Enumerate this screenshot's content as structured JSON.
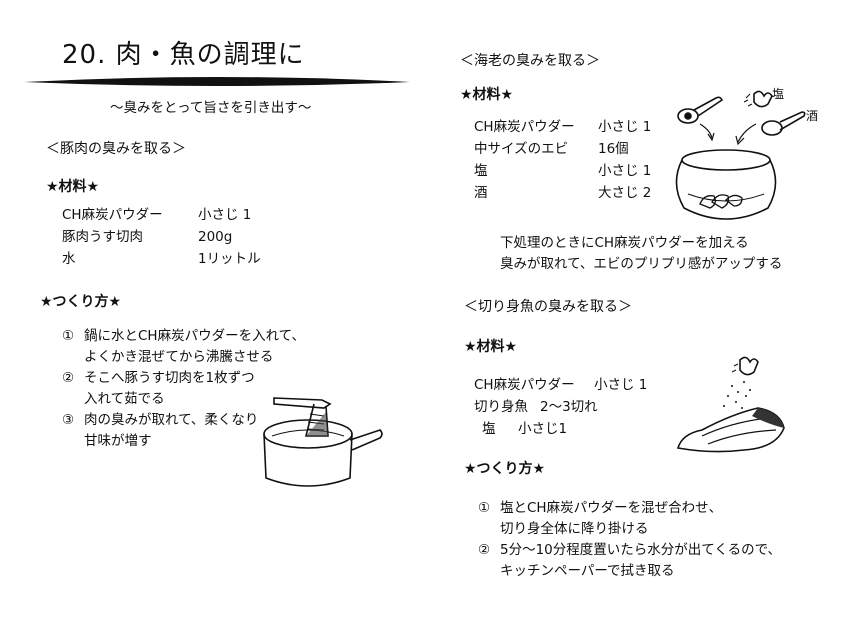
{
  "title": "20. 肉・魚の調理に",
  "subtitle": "～臭みをとって旨さを引き出す～",
  "pork": {
    "heading": "＜豚肉の臭みを取る＞",
    "materials_label": "★材料★",
    "materials": [
      {
        "name": "CH麻炭パウダー",
        "amount": "小さじ 1"
      },
      {
        "name": "豚肉うす切肉",
        "amount": "200g"
      },
      {
        "name": "水",
        "amount": "1リットル"
      }
    ],
    "steps_label": "★つくり方★",
    "steps": [
      {
        "num": "①",
        "line1": "鍋に水とCH麻炭パウダーを入れて、",
        "line2": "よくかき混ぜてから沸騰させる"
      },
      {
        "num": "②",
        "line1": "そこへ豚うす切肉を1枚ずつ",
        "line2": "入れて茹でる"
      },
      {
        "num": "③",
        "line1": "肉の臭みが取れて、柔くなり",
        "line2": "甘味が増す"
      }
    ]
  },
  "shrimp": {
    "heading": "＜海老の臭みを取る＞",
    "materials_label": "★材料★",
    "materials": [
      {
        "name": "CH麻炭パウダー",
        "amount": "小さじ 1"
      },
      {
        "name": "中サイズのエビ",
        "amount": "16個"
      },
      {
        "name": "塩",
        "amount": "小さじ 1"
      },
      {
        "name": "酒",
        "amount": "大さじ 2"
      }
    ],
    "note_line1": "下処理のときにCH麻炭パウダーを加える",
    "note_line2": "臭みが取れて、エビのプリプリ感がアップする",
    "illust_salt": "塩",
    "illust_sake": "酒"
  },
  "fish": {
    "heading": "＜切り身魚の臭みを取る＞",
    "materials_label": "★材料★",
    "materials": [
      {
        "name": "CH麻炭パウダー",
        "amount": "小さじ 1"
      },
      {
        "name": "切り身魚",
        "amount": "2～3切れ"
      },
      {
        "name": "塩",
        "amount": "小さじ1"
      }
    ],
    "steps_label": "★つくり方★",
    "steps": [
      {
        "num": "①",
        "line1": "塩とCH麻炭パウダーを混ぜ合わせ、",
        "line2": "切り身全体に降り掛ける"
      },
      {
        "num": "②",
        "line1": "5分～10分程度置いたら水分が出てくるので、",
        "line2": "キッチンペーパーで拭き取る"
      }
    ]
  }
}
